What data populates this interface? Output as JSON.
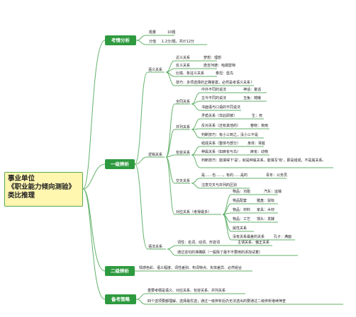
{
  "root": {
    "line1": "事业单位",
    "line2": "《职业能力倾向测验》",
    "line3": "类比推理"
  },
  "colors": {
    "green": "#2e9a3f",
    "line": "#63b26a",
    "root_bg": "#fff6b0"
  },
  "sections": {
    "exam": "考情分析",
    "level1": "一级辨析",
    "level2": "二级辨析",
    "prep": "备考策略"
  },
  "exam": {
    "count_label": "题量",
    "count_value": "10题",
    "score_label": "分值",
    "score_value": "1.2分/题，共计12分"
  },
  "semantic": {
    "label": "语义关系",
    "items": [
      {
        "a": "近义关系",
        "b": "梦想：理想"
      },
      {
        "a": "反义关系",
        "b": "唐吉坷德：哈姆雷特"
      },
      {
        "a": "比喻、象征义关系",
        "b": "泰坦：蓝鸟"
      },
      {
        "a": "技巧：多项选择的正确答案，必然是考语义关系！",
        "b": ""
      }
    ]
  },
  "logic": {
    "label": "逻辑关系",
    "whole": {
      "label": "全同关系",
      "items": [
        {
          "a": "中外不同的说法",
          "b": "神话：童话"
        },
        {
          "a": "古今不同的说法",
          "b": "玉兔：嫦娥"
        },
        {
          "a": "书面语与口语的不同说法",
          "b": ""
        }
      ]
    },
    "parallel": {
      "label": "并列关系",
      "items": [
        {
          "a": "矛盾关系（非此即彼）",
          "b": "生：死"
        },
        {
          "a": "反对关系（还有其他的）",
          "b": "春晓：夜雨"
        },
        {
          "a": "判断技巧：有小三到之，没小三不是",
          "b": ""
        }
      ]
    },
    "include": {
      "label": "包容关系",
      "items": [
        {
          "a": "组成关系（整体与部分）",
          "b": "身体：肾脏"
        },
        {
          "a": "种属关系（如麻雀与鸟）",
          "b": "麻雀：动物"
        },
        {
          "a": "判断技巧：能填得下'是'，就是种属关系，能填写'有'，即是组成，不是属关系。",
          "b": ""
        }
      ]
    },
    "cross": {
      "label": "交叉关系",
      "items": [
        {
          "a": "是……也……，有的……是的",
          "b": "青年：公务员"
        },
        {
          "a": "注意交叉与并列的区别",
          "b": ""
        }
      ]
    },
    "correspond": {
      "label": "对应关系（考得最多）",
      "items": [
        {
          "a": "物品：功能",
          "b": "汽车：运输"
        },
        {
          "a": "物品配套",
          "b": "键盘：鼠标"
        },
        {
          "a": "物品：材料",
          "b": "家具：木材"
        },
        {
          "a": "物品：工艺",
          "b": "馒头：发酵"
        },
        {
          "a": "属性关系",
          "b": ""
        },
        {
          "a": "没有关系最差的关系",
          "b": "孔子：满面"
        }
      ]
    }
  },
  "grammar": {
    "label": "语法关系",
    "items": [
      {
        "a": "词性：名词、动词、形容词",
        "b": "主谓关系、偏正关系"
      },
      {
        "a": "通过造句的准确联（一般除了最不不要用的添加试着）",
        "b": ""
      }
    ]
  },
  "level2": {
    "text": "情感色彩、语义程度、词性差别、构词特点、实体差异、必然组合"
  },
  "prep": {
    "item1": "重要考纲是语义、对应关系、包容关系、并列关系",
    "item2": "四个选项要都理解，选择最优选；通过一级辨析后仍无法选出的要通过二级辨析继续筛查"
  }
}
